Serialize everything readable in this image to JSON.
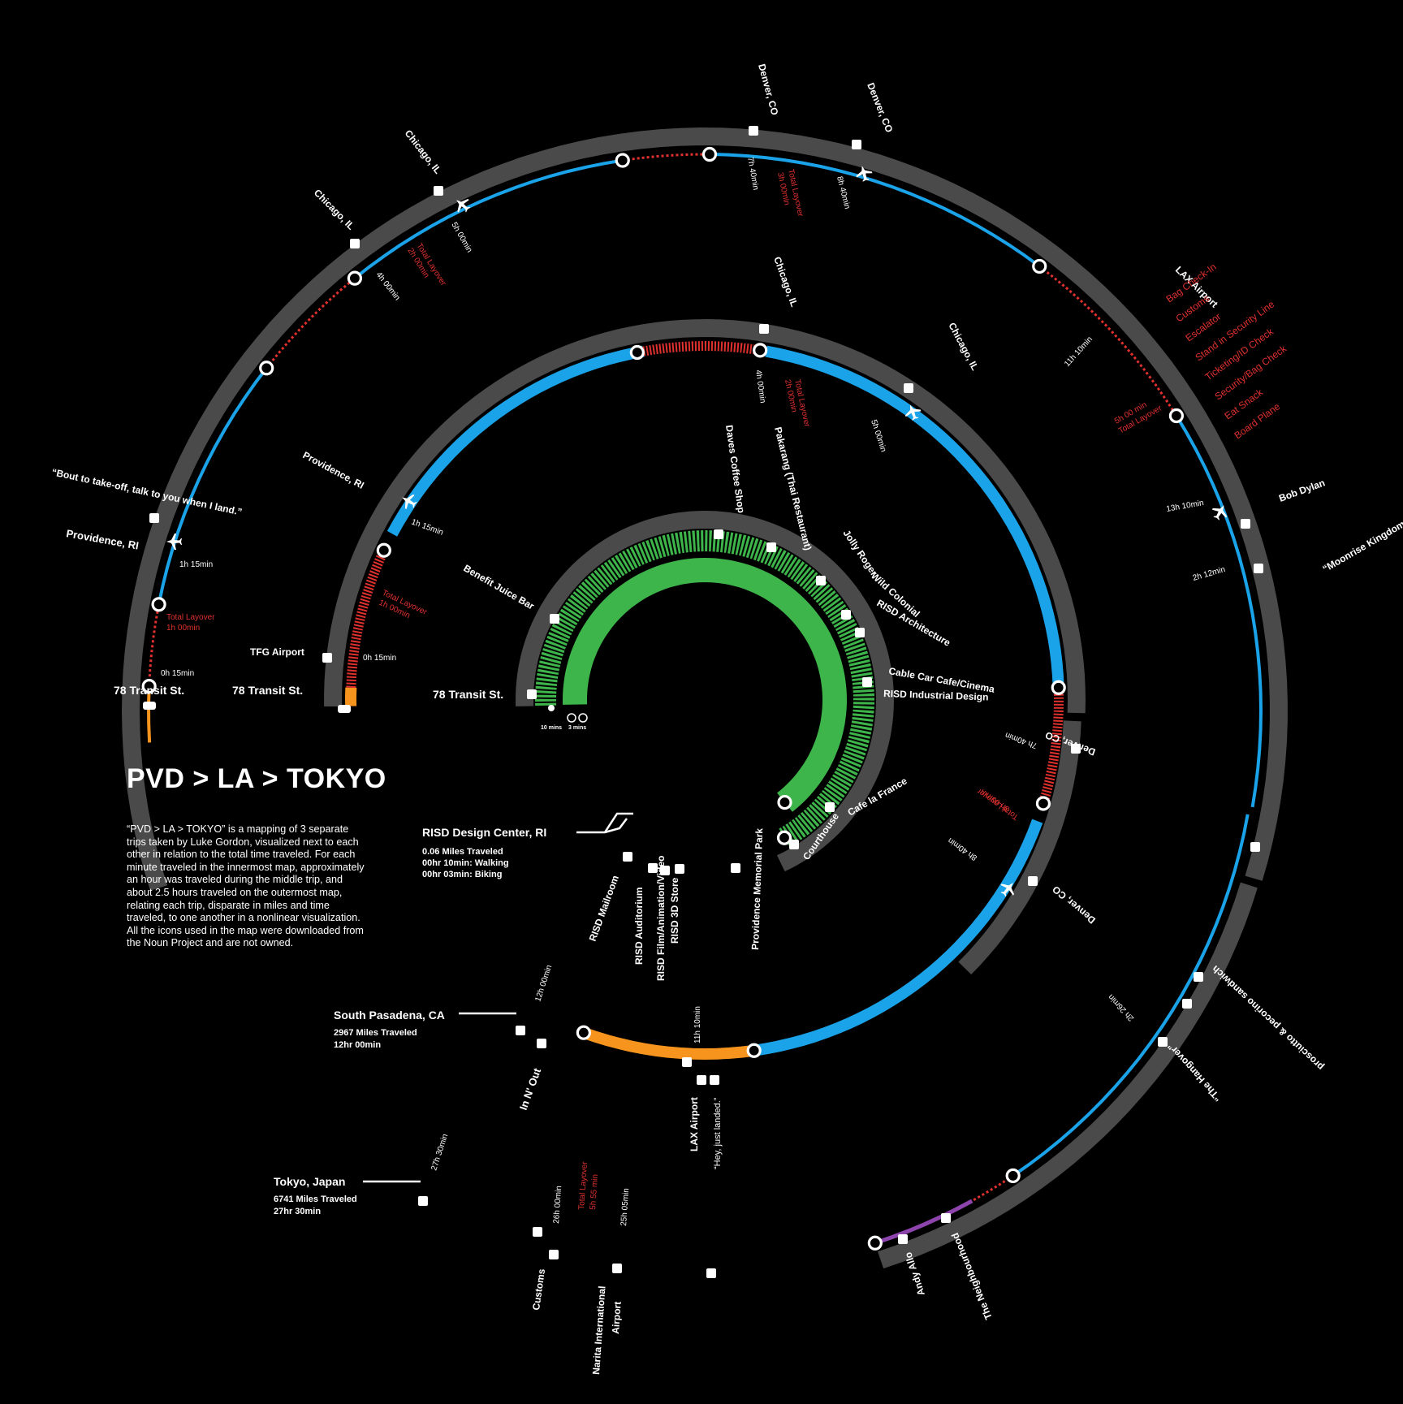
{
  "title": "PVD > LA > TOKYO",
  "description": "“PVD > LA > TOKYO” is a mapping of 3 separate trips taken by Luke Gordon, visualized next to each other in relation to the total time traveled. For each minute traveled in the innermost map, approximately an hour was traveled during the middle trip, and about 2.5 hours traveled on the outermost map, relating each trip, disparate in miles and time traveled, to one another in a nonlinear visualization. All the icons used in the map were downloaded from the Noun Project and are not owned.",
  "colors": {
    "track": "#4a4a4a",
    "flight": "#1aa3e8",
    "car": "#f7941d",
    "layover": "#e0312f",
    "walk": "#3db54a",
    "train": "#8e44ad",
    "background": "#000000"
  },
  "start_labels": {
    "outer": "78 Transit St.",
    "middle": "78 Transit St.",
    "inner": "78 Transit St."
  },
  "inner_trip": {
    "destination": "RISD Design Center, RI",
    "stats": [
      "0.06 Miles Traveled",
      "00hr 10min: Walking",
      "00hr 03min: Biking"
    ],
    "walk_label": "10 mins",
    "bike_label": "3 mins",
    "places": [
      "Benefit Juice Bar",
      "Daves Coffee Shop",
      "Pakarang (Thai Restaurant)",
      "Jolly Roger",
      "Wild Colonial",
      "RISD Architecture",
      "Cable Car Cafe/Cinema",
      "RISD Industrial Design",
      "Cafe la France",
      "Courthouse",
      "Providence Memorial Park",
      "RISD Film/Animation/Video",
      "RISD 3D Store",
      "RISD Auditorium",
      "RISD Mailroom"
    ]
  },
  "middle_trip": {
    "destination": "South Pasadena, CA",
    "stats": [
      "2967 Miles Traveled",
      "12hr 00min"
    ],
    "labels": {
      "tfg": "TFG Airport",
      "providence": "Providence, RI",
      "chicago1": "Chicago, IL",
      "chicago2": "Chicago, IL",
      "denver1": "Denver, CO",
      "denver2": "Denver, CO",
      "lax": "LAX Airport",
      "lax_quote": "“Hey, just landed.”",
      "innout": "In N' Out"
    },
    "times": {
      "t0": "0h 15min",
      "t1": "1h 15min",
      "t2": "4h 00min",
      "t3": "5h 00min",
      "t4": "7h 40min",
      "t5": "8h 40min",
      "t6": "11h 10min",
      "t7": "12h 00min"
    },
    "layovers": {
      "l1": "Total Layover",
      "l1b": "1h 00min",
      "l2": "Total Layover",
      "l2b": "2h 00min",
      "l3": "Total Layover",
      "l3b": "3h 00min"
    }
  },
  "outer_trip": {
    "destination": "Tokyo, Japan",
    "stats": [
      "6741 Miles Traveled",
      "27hr 30min"
    ],
    "labels": {
      "providence": "Providence, RI",
      "quote": "“Bout to take-off, talk to you when I land.”",
      "chicago1": "Chicago, IL",
      "chicago2": "Chicago, IL",
      "denver1": "Denver, CO",
      "denver2": "Denver, CO",
      "lax": "LAX Airport",
      "bob": "Bob Dylan",
      "moonrise": "“Moonrise Kingdom”",
      "prosciutto": "prosciutto & pecorino sandwich",
      "hangover": "“The Hangover”",
      "neighbourhood": "The Neighbourhood",
      "andyallo": "Andy Allo",
      "narita1": "Narita International",
      "narita2": "Airport",
      "customs": "Customs"
    },
    "lax_steps": [
      "Bag Check-In",
      "Customs",
      "Escalator",
      "Stand in Security Line",
      "Ticketing/ID Check",
      "Security/Bag Check",
      "Eat Snack",
      "Board Plane"
    ],
    "times": {
      "t0": "0h 15min",
      "t1": "1h 15min",
      "t2": "4h 00min",
      "t3": "5h 00min",
      "t4": "7h 40min",
      "t5": "8h 40min",
      "t6": "11h 10min",
      "t7": "13h 10min",
      "t8": "2h 12min",
      "t9": "2h 26min",
      "t10": "25h 05min",
      "t11": "26h 00min",
      "t12": "27h 30min"
    },
    "layovers": {
      "l1": "Total Layover",
      "l1b": "1h 00min",
      "l2": "Total Layover",
      "l2b": "2h 00min",
      "l3": "Total Layover",
      "l3b": "3h 00min",
      "l4": "Total Layover",
      "l4b": "5h 00 min",
      "l5": "Total Layover",
      "l5b": "5h 55 min"
    }
  }
}
